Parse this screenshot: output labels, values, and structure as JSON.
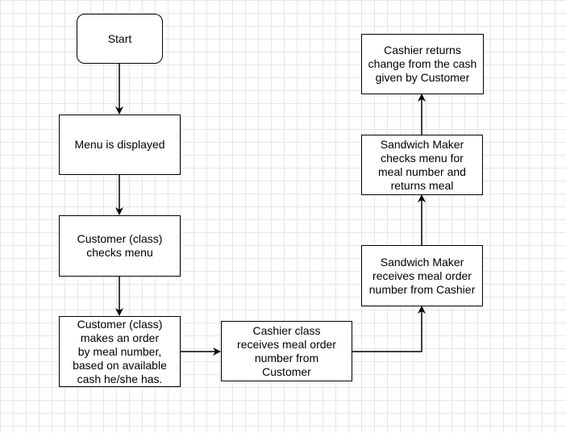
{
  "nodes": {
    "start": "Start",
    "menu_displayed": "Menu is displayed",
    "customer_checks": "Customer (class)\nchecks menu",
    "customer_order": "Customer (class)\nmakes an order\nby meal number,\nbased on available\ncash he/she has.",
    "cashier_receives": "Cashier class\nreceives meal order\nnumber from\nCustomer",
    "maker_receives": "Sandwich Maker\nreceives meal order\nnumber from Cashier",
    "maker_checks": "Sandwich Maker\nchecks menu for\nmeal number and\nreturns meal",
    "cashier_returns": "Cashier returns\nchange from the cash\ngiven by Customer"
  },
  "colors": {
    "stroke": "#000000",
    "grid": "#e6e6e6",
    "node_fill": "#ffffff"
  }
}
